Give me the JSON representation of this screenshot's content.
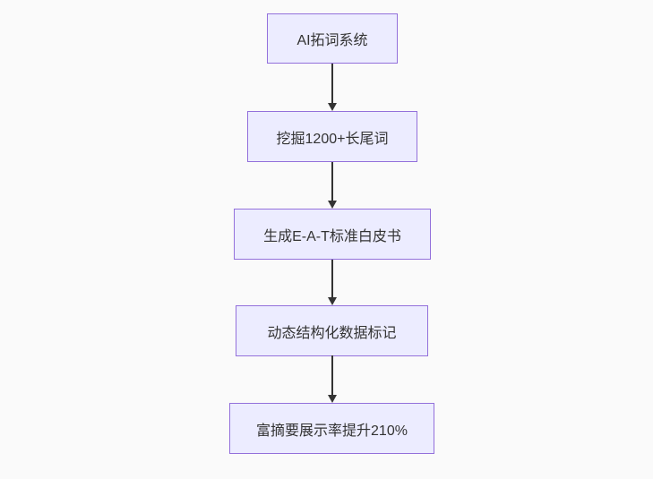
{
  "flowchart": {
    "direction": "top-down",
    "colors": {
      "background": "#fafafa",
      "node_fill": "#ECECFF",
      "node_border": "#9370DB",
      "node_text": "#333333",
      "arrow": "#333333"
    },
    "nodes": [
      {
        "label": "AI拓词系统"
      },
      {
        "label": "挖掘1200+长尾词"
      },
      {
        "label": "生成E-A-T标准白皮书"
      },
      {
        "label": "动态结构化数据标记"
      },
      {
        "label": "富摘要展示率提升210%"
      }
    ],
    "edges": [
      {
        "from": 0,
        "to": 1
      },
      {
        "from": 1,
        "to": 2
      },
      {
        "from": 2,
        "to": 3
      },
      {
        "from": 3,
        "to": 4
      }
    ]
  }
}
